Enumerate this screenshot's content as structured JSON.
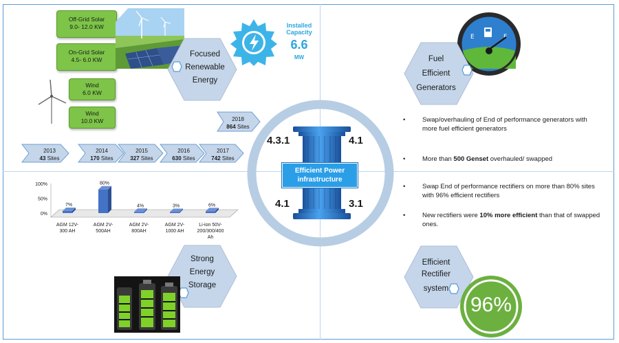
{
  "solar": [
    {
      "line1": "Off-Grid Solar",
      "line2": "9.0- 12.0 KW"
    },
    {
      "line1": "On-Grid Solar",
      "line2": "4.5- 6.0 KW"
    }
  ],
  "wind": [
    {
      "line1": "Wind",
      "line2": "6.0 KW"
    },
    {
      "line1": "Wind",
      "line2": "10.0 KW"
    }
  ],
  "renewable_label": {
    "line1": "Focused",
    "line2": "Renewable",
    "line3": "Energy"
  },
  "installed": {
    "line1": "Installed",
    "line2": "Capacity",
    "value": "6.6",
    "unit": "MW"
  },
  "fuel_label": {
    "line1": "Fuel",
    "line2": "Efficient",
    "line3": "Generators"
  },
  "timeline": [
    {
      "year": "2013",
      "count": "43",
      "unit": "Sites"
    },
    {
      "year": "2014",
      "count": "170",
      "unit": "Sites"
    },
    {
      "year": "2015",
      "count": "327",
      "unit": "Sites"
    },
    {
      "year": "2016",
      "count": "630",
      "unit": "Sites"
    },
    {
      "year": "2017",
      "count": "742",
      "unit": "Sites"
    },
    {
      "year": "2018",
      "count": "864",
      "unit": "Sites"
    }
  ],
  "center": {
    "title_line1": "Efficient Power",
    "title_line2": "infrastructure",
    "top_left": "4.3.1",
    "top_right": "4.1",
    "bottom_left": "4.1",
    "bottom_right": "3.1"
  },
  "fuel_bullets": [
    {
      "text": "Swap/overhauling of End of performance generators with more fuel efficient generators"
    },
    {
      "pre": "More than ",
      "bold": "500 Genset",
      "post": " overhauled/ swapped"
    }
  ],
  "rectifier_bullets": [
    {
      "text": "Swap End of performance rectifiers  on more than 80% sites with 96% efficient rectifiers"
    },
    {
      "pre": "New rectifiers were ",
      "bold": "10% more efficient",
      "post": " than that of swapped ones."
    }
  ],
  "storage_label": {
    "line1": "Strong",
    "line2": "Energy",
    "line3": "Storage"
  },
  "rectifier_label": {
    "line1": "Efficient",
    "line2": "Rectifier",
    "line3": "system"
  },
  "rectifier_pct": "96%",
  "bullet_symbol": "•",
  "chart_data": {
    "type": "bar",
    "categories": [
      "AGM 12V-300 AH",
      "AGM 2V-500AH",
      "AGM 2V-800AH",
      "AGM 2V-1000 AH",
      "Li-ion 50V-200/300/400 Ah"
    ],
    "category_lines": [
      [
        "AGM 12V-",
        "300 AH"
      ],
      [
        "AGM 2V-",
        "500AH"
      ],
      [
        "AGM 2V-",
        "800AH"
      ],
      [
        "AGM 2V-",
        "1000 AH"
      ],
      [
        "Li-ion 50V-",
        "200/300/400",
        "Ah"
      ]
    ],
    "values": [
      7,
      80,
      4,
      3,
      6
    ],
    "value_labels": [
      "7%",
      "80%",
      "4%",
      "3%",
      "6%"
    ],
    "ylim": [
      0,
      100
    ],
    "yticks": [
      "0%",
      "50%",
      "100%"
    ],
    "ytick_values": [
      0,
      50,
      100
    ],
    "bar_color": "#4472c4"
  },
  "colors": {
    "green": "#7dc448",
    "hex_fill": "#c5d6ea",
    "ring": "#b7cde4",
    "accent_blue": "#2aa6e0",
    "rectifier_green": "#5aa02c"
  }
}
